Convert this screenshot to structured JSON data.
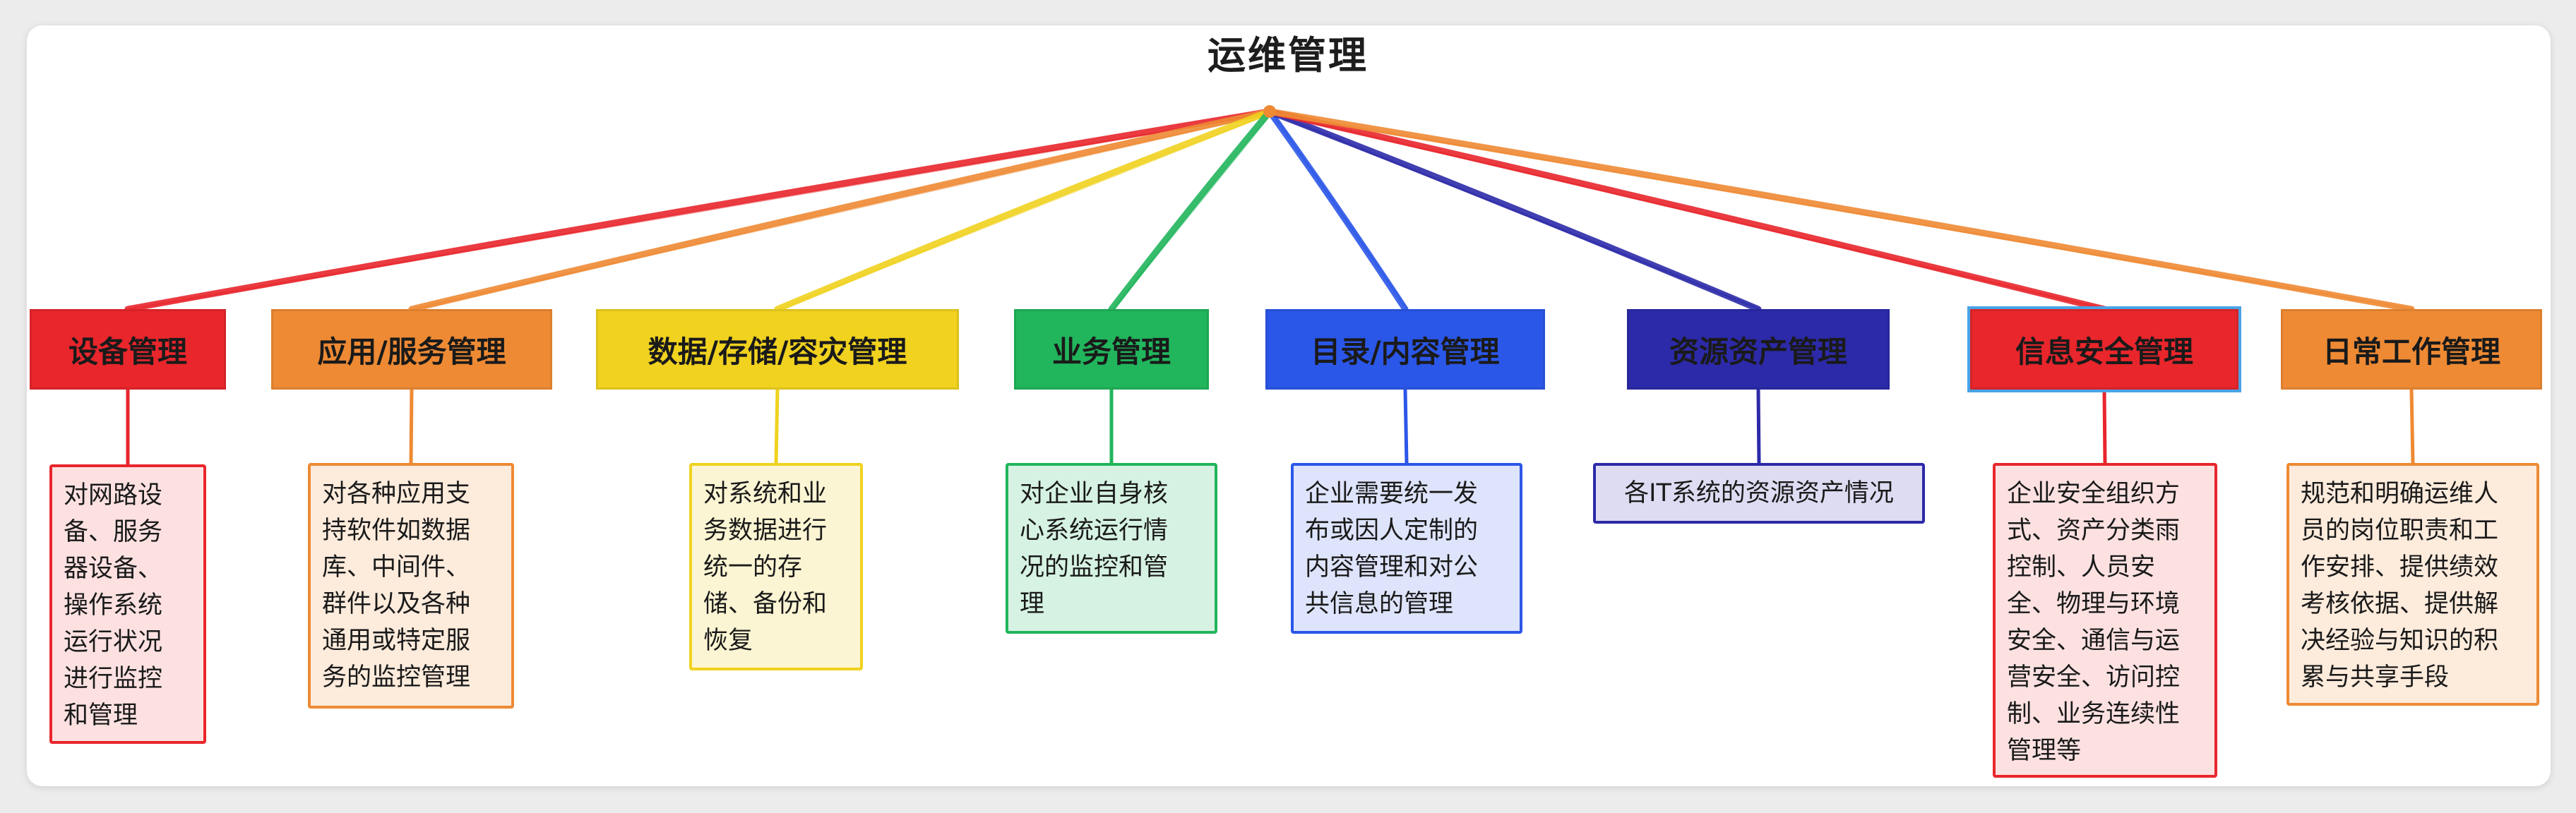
{
  "title": "运维管理",
  "colors": {
    "red": "#e8262c",
    "orange": "#ee8a34",
    "yellow": "#f0d21f",
    "green": "#21b55c",
    "blue": "#2b57e8",
    "indigo": "#2c2aa8",
    "red_highlight_border": "#4aa3e6"
  },
  "categories": [
    {
      "label": "设备管理",
      "color": "#e8262c",
      "text_color": "#1a1a1a",
      "desc_bg": "#fde1e1",
      "desc_border": "#e8262c",
      "desc_lines": [
        "对网路设",
        "备、服务",
        "器设备、",
        "操作系统",
        "运行状况",
        "进行监控",
        "和管理"
      ]
    },
    {
      "label": "应用/服务管理",
      "color": "#ee8a34",
      "text_color": "#1a1a1a",
      "desc_bg": "#fdebdc",
      "desc_border": "#ee8a34",
      "desc_lines": [
        "对各种应用支",
        "持软件如数据",
        "库、中间件、",
        "群件以及各种",
        "通用或特定服",
        "务的监控管理"
      ]
    },
    {
      "label": "数据/存储/容灾管理",
      "color": "#f0d21f",
      "text_color": "#1a1a1a",
      "desc_bg": "#fcf5d3",
      "desc_border": "#f0d21f",
      "desc_lines": [
        "对系统和业",
        "务数据进行",
        "统一的存",
        "储、备份和",
        "恢复"
      ]
    },
    {
      "label": "业务管理",
      "color": "#21b55c",
      "text_color": "#1a1a1a",
      "desc_bg": "#d6f2e2",
      "desc_border": "#21b55c",
      "desc_lines": [
        "对企业自身核",
        "心系统运行情",
        "况的监控和管",
        "理"
      ]
    },
    {
      "label": "目录/内容管理",
      "color": "#2b57e8",
      "text_color": "#1a1a1a",
      "desc_bg": "#dee4fb",
      "desc_border": "#2b57e8",
      "desc_lines": [
        "企业需要统一发",
        "布或因人定制的",
        "内容管理和对公",
        "共信息的管理"
      ]
    },
    {
      "label": "资源资产管理",
      "color": "#2c2aa8",
      "text_color": "#1a1a1a",
      "desc_bg": "#dddcf2",
      "desc_border": "#2c2aa8",
      "desc_lines": [
        "各IT系统的资源资产情况"
      ]
    },
    {
      "label": "信息安全管理",
      "color": "#e8262c",
      "text_color": "#1a1a1a",
      "desc_bg": "#fde1e1",
      "desc_border": "#e8262c",
      "desc_lines": [
        "企业安全组织方",
        "式、资产分类雨",
        "控制、人员安",
        "全、物理与环境",
        "安全、通信与运",
        "营安全、访问控",
        "制、业务连续性",
        "管理等"
      ]
    },
    {
      "label": "日常工作管理",
      "color": "#ee8a34",
      "text_color": "#1a1a1a",
      "desc_bg": "#fdebdc",
      "desc_border": "#ee8a34",
      "desc_lines": [
        "规范和明确运维人",
        "员的岗位职责和工",
        "作安排、提供绩效",
        "考核依据、提供解",
        "决经验与知识的积",
        "累与共享手段"
      ]
    }
  ]
}
